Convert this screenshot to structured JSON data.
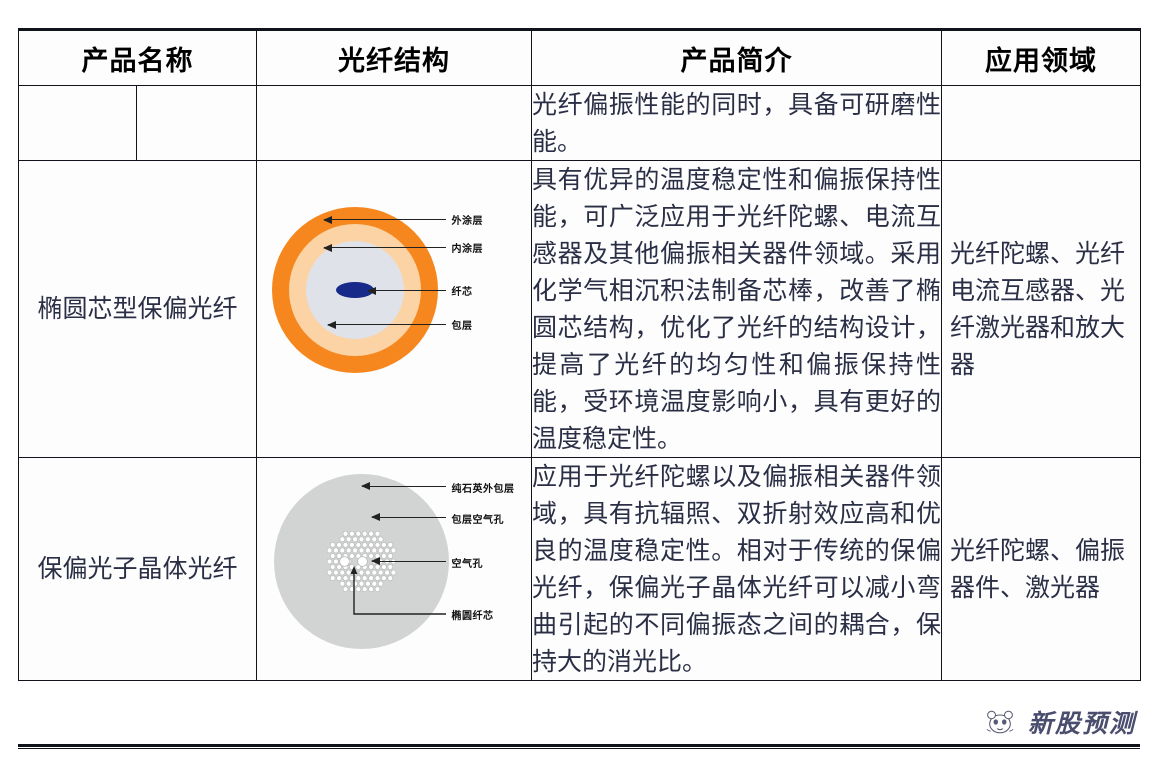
{
  "document": {
    "type": "table",
    "watermark": {
      "brand": "新股预测",
      "logo_icon": "panda-logo-icon"
    }
  },
  "table": {
    "headers": [
      "产品名称",
      "光纤结构",
      "产品简介",
      "应用领域"
    ],
    "rows": [
      {
        "id": "row-partial-top",
        "product_name": "",
        "product_name_sub": "",
        "figure": "",
        "description": "光纤偏振性能的同时，具备可研磨性能。",
        "application": ""
      },
      {
        "id": "row-elliptical-core-pm-fiber",
        "product_name": "椭圆芯型保偏光纤",
        "figure": "elliptical-core-fiber-cross-section",
        "figure_labels": [
          "外涂层",
          "内涂层",
          "纤芯",
          "包层"
        ],
        "description": "具有优异的温度稳定性和偏振保持性能，可广泛应用于光纤陀螺、电流互感器及其他偏振相关器件领域。采用化学气相沉积法制备芯棒，改善了椭圆芯结构，优化了光纤的结构设计，提高了光纤的均匀性和偏振保持性能，受环境温度影响小，具有更好的温度稳定性。",
        "application": "光纤陀螺、光纤电流互感器、光纤激光器和放大器"
      },
      {
        "id": "row-pm-photonic-crystal-fiber",
        "product_name": "保偏光子晶体光纤",
        "figure": "photonic-crystal-fiber-cross-section",
        "figure_labels": [
          "纯石英外包层",
          "包层空气孔",
          "空气孔",
          "椭圆纤芯"
        ],
        "description": "应用于光纤陀螺以及偏振相关器件领域，具有抗辐照、双折射效应高和优良的温度稳定性。相对于传统的保偏光纤，保偏光子晶体光纤可以减小弯曲引起的不同偏振态之间的耦合，保持大的消光比。",
        "application": "光纤陀螺、偏振器件、激光器"
      }
    ]
  },
  "colors": {
    "outer_coating": "#F6871F",
    "inner_coating": "#FCD3A4",
    "cladding": "#DFE2E8",
    "core": "#172A8A",
    "pcf_silica": "#D2D3D3",
    "border": "#11131a",
    "body_text": "#2b2f45"
  }
}
